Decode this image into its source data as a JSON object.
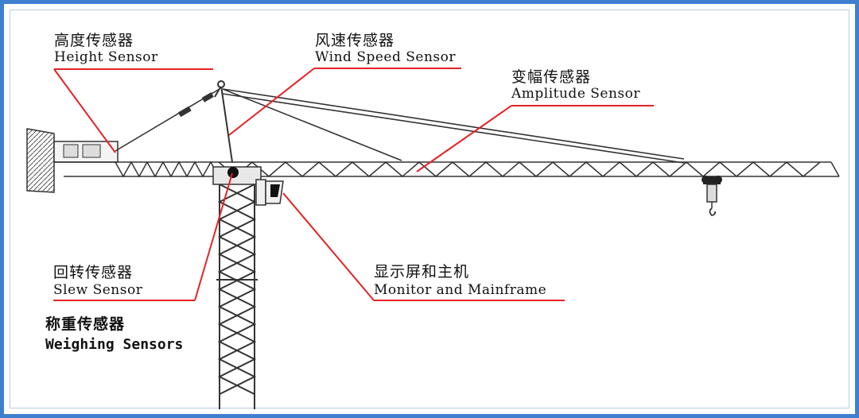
{
  "labels": {
    "height_sensor": {
      "zh": "高度传感器",
      "en": "Height Sensor"
    },
    "wind_speed_sensor": {
      "zh": "风速传感器",
      "en": "Wind Speed Sensor"
    },
    "amplitude_sensor": {
      "zh": "变幅传感器",
      "en": "Amplitude Sensor"
    },
    "slew_sensor": {
      "zh": "回转传感器",
      "en": "Slew Sensor"
    },
    "weighing_sensors": {
      "zh": "称重传感器",
      "en": "Weighing Sensors"
    },
    "monitor_mainframe": {
      "zh": "显示屏和主机",
      "en": "Monitor and Mainframe"
    }
  },
  "colors": {
    "frame": "#3f7fd0",
    "leader": "#e52226",
    "structure": "#3a3a3a"
  }
}
